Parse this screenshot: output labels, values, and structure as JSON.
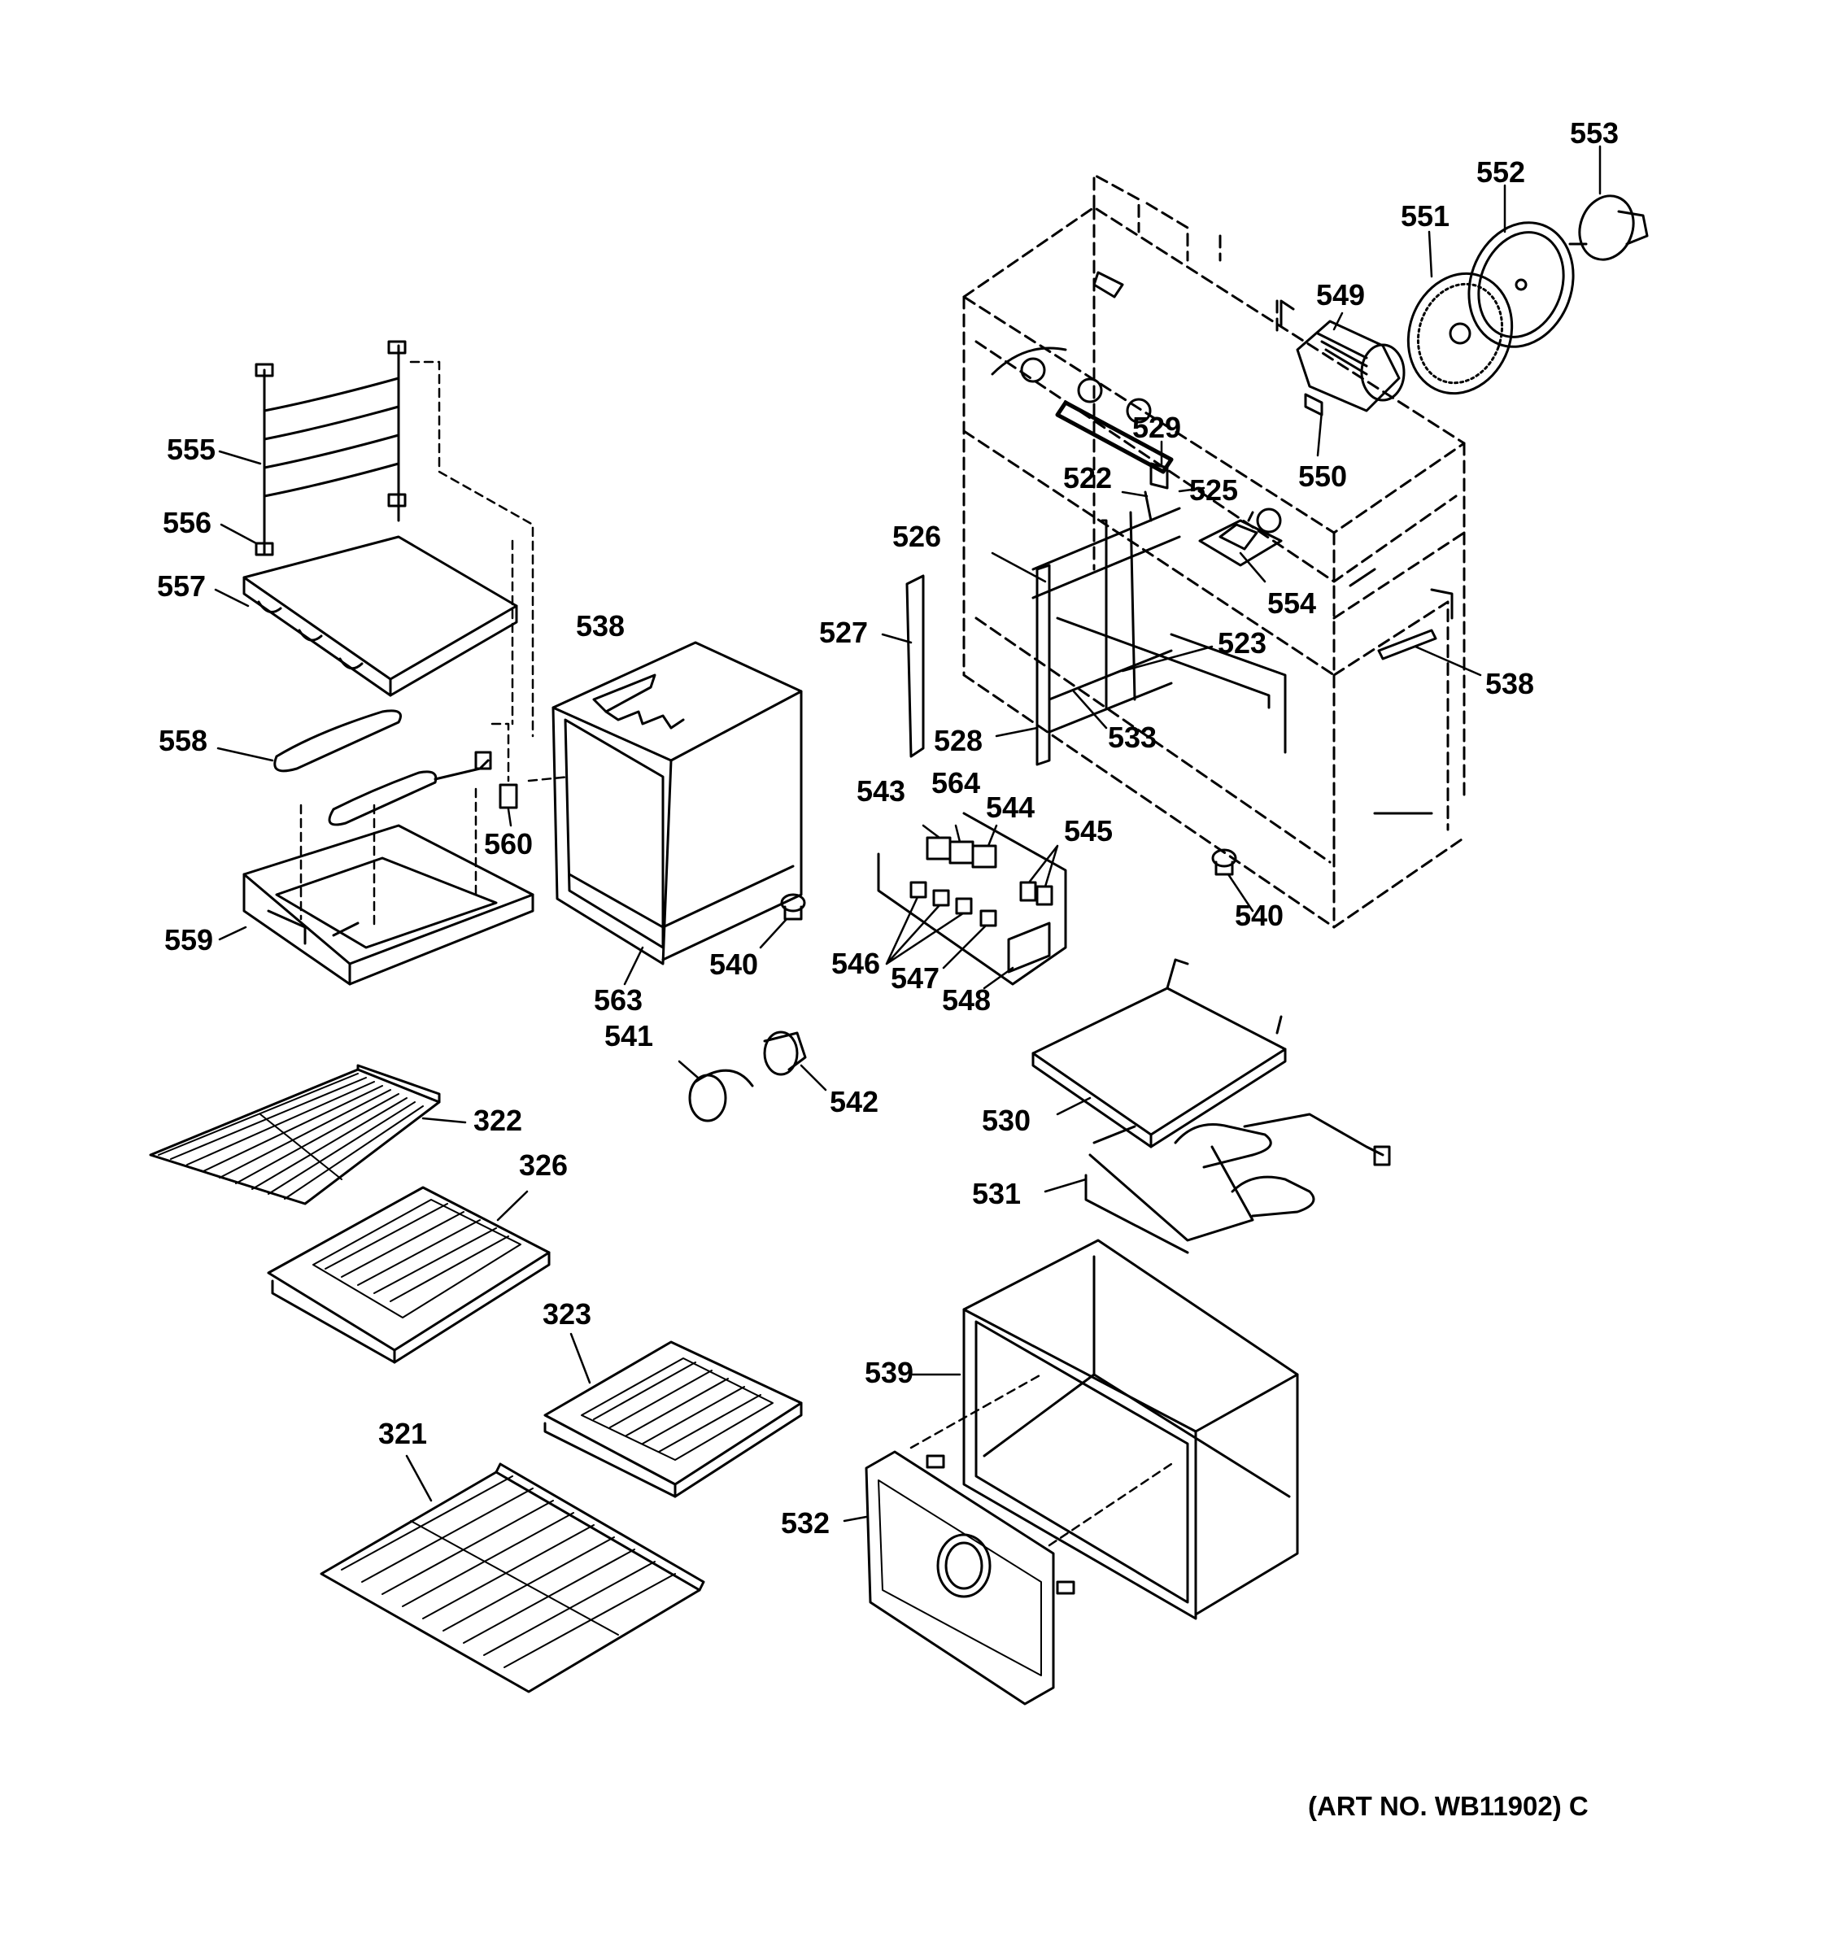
{
  "diagram": {
    "art_number": "(ART NO. WB11902) C",
    "parts": [
      {
        "id": "p553",
        "number": "553"
      },
      {
        "id": "p552",
        "number": "552"
      },
      {
        "id": "p551",
        "number": "551"
      },
      {
        "id": "p549",
        "number": "549"
      },
      {
        "id": "p550",
        "number": "550"
      },
      {
        "id": "p529",
        "number": "529"
      },
      {
        "id": "p522",
        "number": "522"
      },
      {
        "id": "p525",
        "number": "525"
      },
      {
        "id": "p526",
        "number": "526"
      },
      {
        "id": "p554",
        "number": "554"
      },
      {
        "id": "p527",
        "number": "527"
      },
      {
        "id": "p523",
        "number": "523"
      },
      {
        "id": "p538b",
        "number": "538"
      },
      {
        "id": "p528",
        "number": "528"
      },
      {
        "id": "p533",
        "number": "533"
      },
      {
        "id": "p555",
        "number": "555"
      },
      {
        "id": "p556",
        "number": "556"
      },
      {
        "id": "p557",
        "number": "557"
      },
      {
        "id": "p538a",
        "number": "538"
      },
      {
        "id": "p558",
        "number": "558"
      },
      {
        "id": "p560",
        "number": "560"
      },
      {
        "id": "p559",
        "number": "559"
      },
      {
        "id": "p563",
        "number": "563"
      },
      {
        "id": "p540a",
        "number": "540"
      },
      {
        "id": "p543",
        "number": "543"
      },
      {
        "id": "p564",
        "number": "564"
      },
      {
        "id": "p544",
        "number": "544"
      },
      {
        "id": "p545",
        "number": "545"
      },
      {
        "id": "p540b",
        "number": "540"
      },
      {
        "id": "p546",
        "number": "546"
      },
      {
        "id": "p547",
        "number": "547"
      },
      {
        "id": "p548",
        "number": "548"
      },
      {
        "id": "p541",
        "number": "541"
      },
      {
        "id": "p542",
        "number": "542"
      },
      {
        "id": "p322",
        "number": "322"
      },
      {
        "id": "p326",
        "number": "326"
      },
      {
        "id": "p530",
        "number": "530"
      },
      {
        "id": "p531",
        "number": "531"
      },
      {
        "id": "p323",
        "number": "323"
      },
      {
        "id": "p539",
        "number": "539"
      },
      {
        "id": "p321",
        "number": "321"
      },
      {
        "id": "p532",
        "number": "532"
      }
    ]
  }
}
